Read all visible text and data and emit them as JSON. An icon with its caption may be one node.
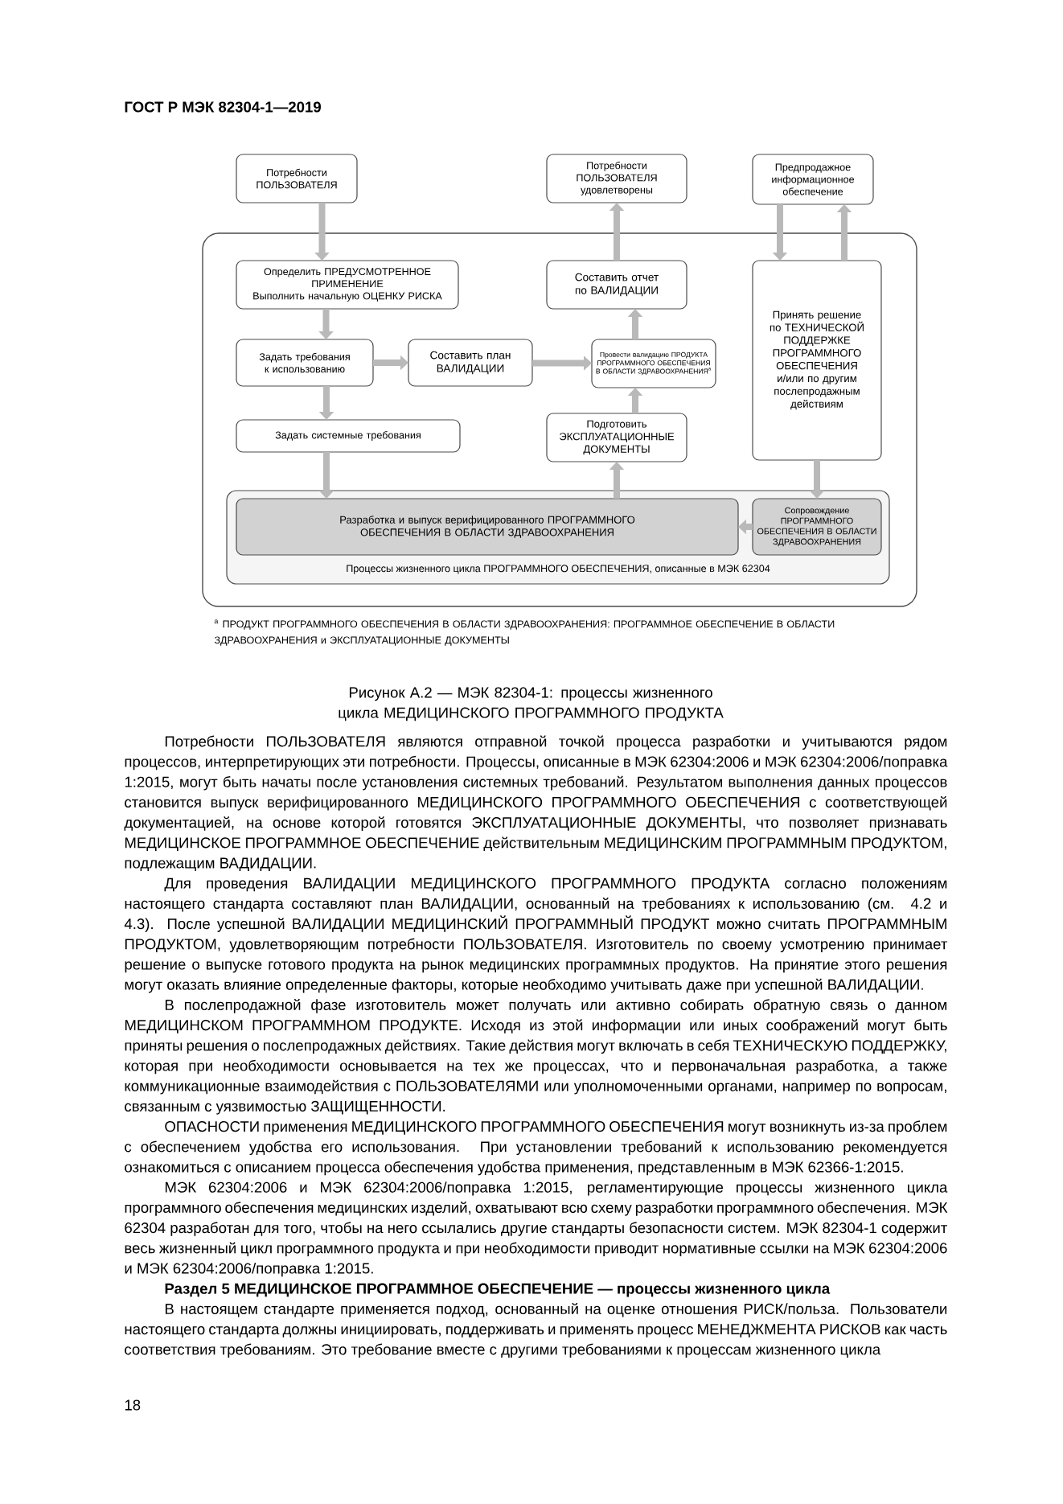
{
  "diagram": {
    "caption": "Рисунок А.2 — МЭК 82304-1: процессы жизненного цикла МЕДИЦИНСКОГО ПРОГРАММНОГО ПРОДУКТА",
    "nodes": [
      {
        "text": [
          "Потребности ПОЛЬЗОВАТЕЛЯ"
        ]
      },
      {
        "text": [
          "Потребности ПОЛЬЗОВАТЕЛЯ удовлетворены"
        ]
      },
      {
        "text": [
          "Предпродажное информационное обеспечение"
        ]
      },
      {
        "text": [],
        "shape": "box"
      },
      {
        "text": [
          "Определить ПРЕДУСМОТРЕННОЕ ПРИМЕНЕНИЕ",
          "Выполнить начальную ОЦЕНКУ РИСКА"
        ],
        "in": 3
      },
      {
        "text": [
          "Задать требования к использованию"
        ],
        "in": 3
      },
      {
        "text": [
          "Составить план ВАЛИДАЦИИ"
        ],
        "in": 3
      },
      {
        "text": [
          "Провести валидацию ПРОДУКТА ПРОГРАММНОГО ОБЕСПЕЧЕНИЯ В ОБЛАСТИ ЗДРАВООХРАНЕНИЯ$^{а}$"
        ],
        "in": 3
      },
      {
        "text": [
          "Задать системные требования"
        ],
        "in": 3
      },
      {
        "text": [
          "Составить отчет по ВАЛИДАЦИИ"
        ],
        "in": 3
      },
      {
        "text": [
          "Подготовить ЭКСПЛУАТАЦИОННЫЕ ДОКУМЕНТЫ"
        ],
        "in": 3
      },
      {
        "text": [
          "Принять решение по ТЕХНИЧЕСКОЙ ПОДДЕРЖКЕ ПРОГРАММНОГО ОБЕСПЕЧЕНИЯ и/или по другим послепродажным действиям"
        ],
        "in": 3
      },
      {
        "text": [
          "Процессы жизненного цикла ПРОГРАММНОГО ОБЕСПЕЧЕНИЯ, описанные в МЭК 62304"
        ],
        "in": 3
      },
      {
        "text": [
          "Разработка и выпуск верифицированного ПРОГРАММНОГО ОБЕСПЕЧЕНИЯ В ОБЛАСТИ ЗДРАВООХРАНЕНИЯ"
        ],
        "in": 12
      },
      {
        "text": [
          "Сопровождение ПРОГРАММНОГО ОБЕСПЕЧЕНИЯ В ОБЛАСТИ ЗДРАВООХРАНЕНИЯ"
        ],
        "in": 12
      }
    ],
    "edges": [
      {
        "from": 0,
        "to": 4,
        "arrow": "to"
      },
      {
        "from": 4,
        "to": 5,
        "arrow": "to"
      },
      {
        "from": 5,
        "to": 8,
        "arrow": "to"
      },
      {
        "from": 8,
        "to": 13,
        "arrow": "to"
      },
      {
        "from": 5,
        "to": 6,
        "arrow": "to"
      },
      {
        "from": 6,
        "to": 7,
        "arrow": "to"
      },
      {
        "from": 10,
        "to": 7,
        "arrow": "to"
      },
      {
        "from": 7,
        "to": 9,
        "arrow": "to"
      },
      {
        "from": 9,
        "to": 1,
        "arrow": "to"
      },
      {
        "from": 13,
        "to": 10,
        "arrow": "to"
      },
      {
        "from": 2,
        "to": 11,
        "arrow": "to"
      },
      {
        "from": 11,
        "to": 2,
        "arrow": "to"
      },
      {
        "from": 11,
        "to": 14,
        "arrow": "to"
      },
      {
        "from": 14,
        "to": 13,
        "arrow": "to"
      }
    ],
    "labels": [
      "ГОСТ Р МЭК 82304-1—2019",
      "$^{а}$ ПРОДУКТ ПРОГРАММНОГО ОБЕСПЕЧЕНИЯ В ОБЛАСТИ ЗДРАВООХРАНЕНИЯ: ПРОГРАММНОЕ ОБЕСПЕЧЕНИЕ В ОБЛАСТИ ЗДРАВООХРАНЕНИЯ и ЭКСПЛУАТАЦИОННЫЕ ДОКУМЕНТЫ",
      "Потребности ПОЛЬЗОВАТЕЛЯ являются отправной точкой процесса разработки и учитываются рядом процессов, интерпретирующих эти потребности. Процессы, описанные в МЭК 62304:2006 и МЭК 62304:2006/поправка 1:2015, могут быть начаты после установления системных требований. Результатом выполнения данных процессов становится выпуск верифицированного МЕДИЦИНСКОГО ПРОГРАММНОГО ОБЕСПЕЧЕНИЯ с соответствующей документацией, на основе которой готовятся ЭКСПЛУАТАЦИОННЫЕ ДОКУМЕНТЫ, что позволяет признавать МЕДИЦИНСКОЕ ПРОГРАММНОЕ ОБЕСПЕЧЕНИЕ действительным МЕДИЦИНСКИМ ПРОГРАММНЫМ ПРОДУКТОМ, подлежащим ВАДИДАЦИИ.",
      "Для проведения ВАЛИДАЦИИ МЕДИЦИНСКОГО ПРОГРАММНОГО ПРОДУКТА согласно положениям настоящего стандарта составляют план ВАЛИДАЦИИ, основанный на требованиях к использованию (см. 4.2 и 4.3). После успешной ВАЛИДАЦИИ МЕДИЦИНСКИЙ ПРОГРАММНЫЙ ПРОДУКТ можно считать ПРОГРАММНЫМ ПРОДУКТОМ, удовлетворяющим потребности ПОЛЬЗОВАТЕЛЯ. Изготовитель по своему усмотрению принимает решение о выпуске готового продукта на рынок медицинских программных продуктов. На принятие этого решения могут оказать влияние определенные факторы, которые необходимо учитывать даже при успешной ВАЛИДАЦИИ.",
      "В послепродажной фазе изготовитель может получать или активно собирать обратную связь о данном МЕДИЦИНСКОМ ПРОГРАММНОМ ПРОДУКТЕ. Исходя из этой информации или иных соображений могут быть приняты решения о послепродажных действиях. Такие действия могут включать в себя ТЕХНИЧЕСКУЮ ПОДДЕРЖКУ, которая при необходимости основывается на тех же процессах, что и первоначальная разработка, а также коммуникационные взаимодействия с ПОЛЬЗОВАТЕЛЯМИ или уполномоченными органами, например по вопросам, связанным с уязвимостью ЗАЩИЩЕННОСТИ.",
      "ОПАСНОСТИ применения МЕДИЦИНСКОГО ПРОГРАММНОГО ОБЕСПЕЧЕНИЯ могут возникнуть из-за проблем с обеспечением удобства его использования. При установлении требований к использованию рекомендуется ознакомиться с описанием процесса обеспечения удобства применения, представленным в МЭК 62366-1:2015.",
      "МЭК 62304:2006 и МЭК 62304:2006/поправка 1:2015, регламентирующие процессы жизненного цикла программного обеспечения медицинских изделий, охватывают всю схему разработки программного обеспечения. МЭК 62304 разработан для того, чтобы на него ссылались другие стандарты безопасности систем. МЭК 82304-1 содержит весь жизненный цикл программного продукта и при необходимости приводит нормативные ссылки на МЭК 62304:2006 и МЭК 62304:2006/поправка 1:2015.",
      "Раздел 5 МЕДИЦИНСКОЕ ПРОГРАММНОЕ ОБЕСПЕЧЕНИЕ — процессы жизненного цикла",
      "В настоящем стандарте применяется подход, основанный на оценке отношения РИСК/польза. Пользователи настоящего стандарта должны инициировать, поддерживать и применять процесс МЕНЕДЖМЕНТА РИСКОВ как часть соответствия требованиям. Это требование вместе с другими требованиями к процессам жизненного цикла",
      "18"
    ]
  }
}
